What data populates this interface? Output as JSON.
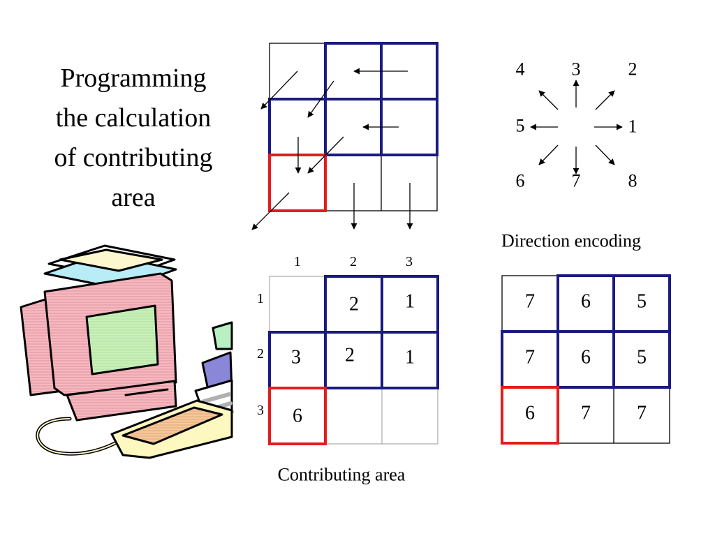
{
  "title_lines": [
    "Programming",
    "the calculation",
    "of contributing",
    "area"
  ],
  "colors": {
    "upslope": "#1a1a80",
    "outlet": "#e31d1d",
    "grid": "#000000"
  },
  "flow_grid": {
    "rows": 3,
    "cols": 3,
    "highlight_blue": [
      [
        0,
        1
      ],
      [
        0,
        2
      ],
      [
        1,
        0
      ],
      [
        1,
        1
      ],
      [
        1,
        2
      ]
    ],
    "highlight_red": [
      [
        2,
        0
      ]
    ]
  },
  "direction_encoding": {
    "caption": "Direction encoding",
    "codes": [
      "1",
      "2",
      "3",
      "4",
      "5",
      "6",
      "7",
      "8"
    ]
  },
  "contributing_area": {
    "caption": "Contributing area",
    "col_labels": [
      "1",
      "2",
      "3"
    ],
    "row_labels": [
      "1",
      "2",
      "3"
    ],
    "cells": [
      [
        "",
        "2",
        "1"
      ],
      [
        "3",
        "2",
        "1"
      ],
      [
        "6",
        "",
        ""
      ]
    ]
  },
  "direction_grid": {
    "cells": [
      [
        "7",
        "6",
        "5"
      ],
      [
        "7",
        "6",
        "5"
      ],
      [
        "6",
        "7",
        "7"
      ]
    ]
  },
  "clipart": {
    "icon": "computer-clipart-icon"
  }
}
